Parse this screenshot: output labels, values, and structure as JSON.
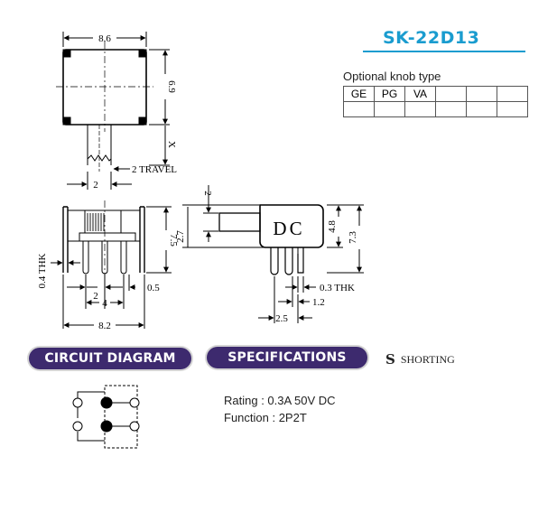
{
  "model": "SK-22D13",
  "colors": {
    "accent": "#1a9ccf",
    "pill_bg": "#3d2a6e",
    "line": "#000000"
  },
  "knob": {
    "caption": "Optional knob type",
    "options": [
      "GE",
      "PG",
      "VA",
      "",
      "",
      ""
    ]
  },
  "top_view": {
    "width_dim": "8.6",
    "height_dim": "6.9",
    "x_dim": "X",
    "travel": "2 TRAVEL",
    "stem_dim": "2"
  },
  "front_view": {
    "height_dim": "7.5",
    "thk": "0.4 THK",
    "pitch_dim": "2",
    "offset_dim": "0.5",
    "span_dim": "4",
    "width_dim": "8.2"
  },
  "side_view": {
    "knob_dim": "2",
    "knob_height_dim": "2.7",
    "marking": "DC",
    "body_dim": "4.8",
    "total_dim": "7.3",
    "thk": "0.3 THK",
    "pin_dim": "1.2",
    "pitch_dim": "2.5"
  },
  "sections": {
    "circuit_label": "CIRCUIT DIAGRAM",
    "spec_label": "SPECIFICATIONS",
    "shorting_label": "SHORTING",
    "shorting_icon": "S"
  },
  "specs": {
    "rating": "Rating : 0.3A 50V DC",
    "function": "Function : 2P2T"
  }
}
